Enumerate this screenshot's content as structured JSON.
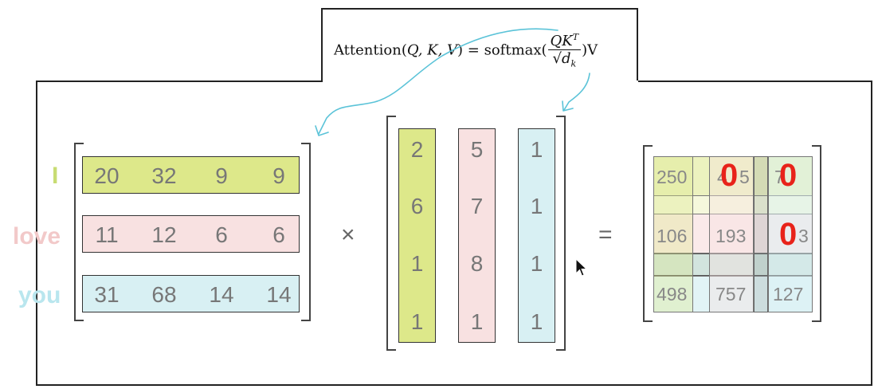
{
  "formula": {
    "lhs": "Attention(",
    "args": "Q, K, V",
    "mid": ") = softmax(",
    "numerator": "QK",
    "numerator_sup": "T",
    "denominator": "√d",
    "denominator_sub": "k",
    "rhs": ")V"
  },
  "row_labels": [
    "I",
    "love",
    "you"
  ],
  "matrix_a": [
    [
      "20",
      "32",
      "9",
      "9"
    ],
    [
      "11",
      "12",
      "6",
      "6"
    ],
    [
      "31",
      "68",
      "14",
      "14"
    ]
  ],
  "operator_multiply": "×",
  "matrix_b_columns": [
    [
      "2",
      "6",
      "1",
      "1"
    ],
    [
      "5",
      "7",
      "8",
      "1"
    ],
    [
      "1",
      "1",
      "1",
      "1"
    ]
  ],
  "operator_equals": "=",
  "result_cells": {
    "r0c0": "250",
    "r0c1": "4",
    "r0c1b": "5",
    "r0c2": "7",
    "r1c0": "106",
    "r1c1": "193",
    "r1c2": "3",
    "r2c0": "498",
    "r2c1": "757",
    "r2c2": "127"
  },
  "zero_marks": [
    "0",
    "0",
    "0"
  ],
  "colors": {
    "green": "#dde88a",
    "pink": "#f8e1e1",
    "cyan": "#d8f0f3",
    "arrow": "#5bc3d8",
    "zero_red": "#e8231a",
    "label_green": "#c8dc73",
    "label_pink": "#f2c9c9",
    "label_cyan": "#b9e6ee"
  },
  "icons": {
    "cursor": "mouse-pointer-icon"
  }
}
